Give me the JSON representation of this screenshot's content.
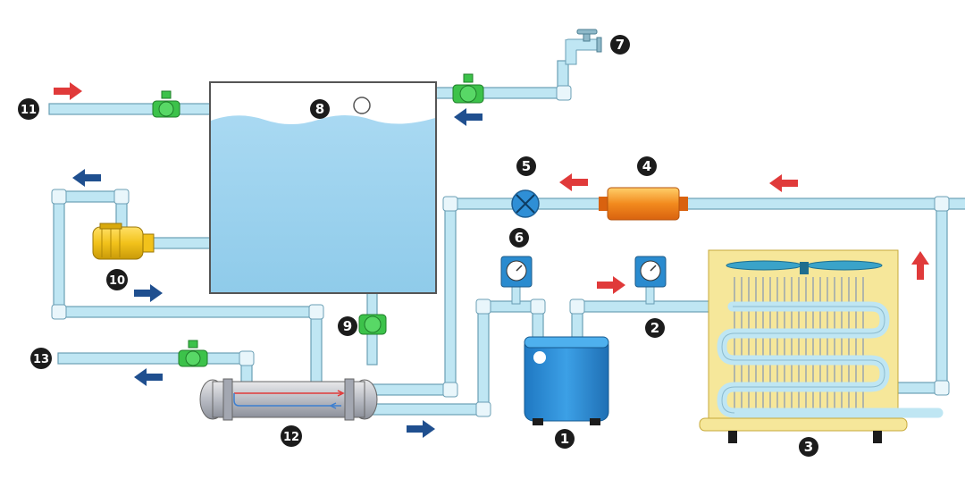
{
  "colors": {
    "pipe": "#bfe6f3",
    "pipe_edge": "#6a9fb5",
    "water": "#9fd3ef",
    "arrow_red": "#e03a3a",
    "arrow_blue": "#1f4f8f",
    "valve_green": "#3cc24a",
    "compressor_blue": "#2f8fd6",
    "motor_yellow": "#f2c21b",
    "condenser_panel": "#f6e79a",
    "heater_orange": "#f28a1e",
    "badge": "#1c1c1c"
  },
  "labels": {
    "n1": "1",
    "n2": "2",
    "n3": "3",
    "n4": "4",
    "n5": "5",
    "n6": "6",
    "n7": "7",
    "n8": "8",
    "n9": "9",
    "n10": "10",
    "n11": "11",
    "n12": "12",
    "n13": "13"
  }
}
